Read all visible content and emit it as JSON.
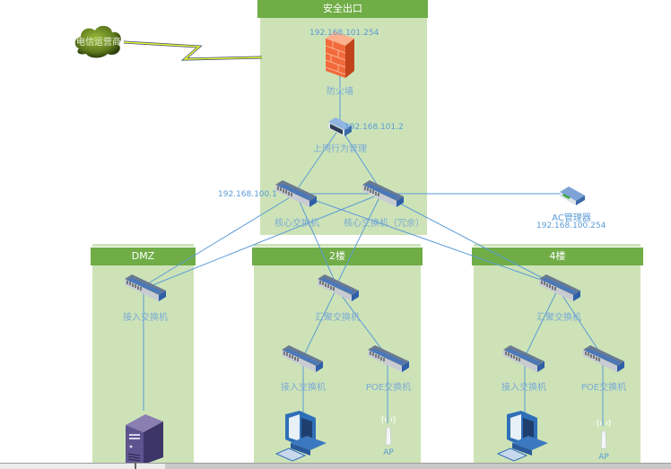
{
  "zones": {
    "exit": {
      "title": "安全出口"
    },
    "dmz": {
      "title": "DMZ"
    },
    "floor2": {
      "title": "2楼"
    },
    "floor4": {
      "title": "4楼"
    }
  },
  "nodes": {
    "isp": {
      "label": "电信运营商"
    },
    "firewall": {
      "label": "防火墙",
      "ip": "192.168.101.254"
    },
    "behavior_mgmt": {
      "label": "上网行为管理",
      "ip": "192.168.101.2"
    },
    "core_switch": {
      "label": "核心交换机",
      "ip": "192.168.100.1"
    },
    "core_switch_redundant": {
      "label": "核心交换机（冗余）"
    },
    "ac_controller": {
      "label": "AC管理器",
      "ip": "192.168.100.254"
    },
    "dmz_access_switch": {
      "label": "接入交换机"
    },
    "f2_aggregation_switch": {
      "label": "汇聚交换机"
    },
    "f2_access_switch": {
      "label": "接入交换机"
    },
    "f2_poe_switch": {
      "label": "POE交换机"
    },
    "f2_ap": {
      "label": "AP"
    },
    "f4_aggregation_switch": {
      "label": "汇聚交换机"
    },
    "f4_access_switch": {
      "label": "接入交换机"
    },
    "f4_poe_switch": {
      "label": "POE交换机"
    },
    "f4_ap": {
      "label": "AP"
    }
  },
  "colors": {
    "zone_fill": "#cde3b7",
    "zone_header": "#70ad47",
    "link": "#5b9bd5",
    "label": "#7aa9d6"
  }
}
